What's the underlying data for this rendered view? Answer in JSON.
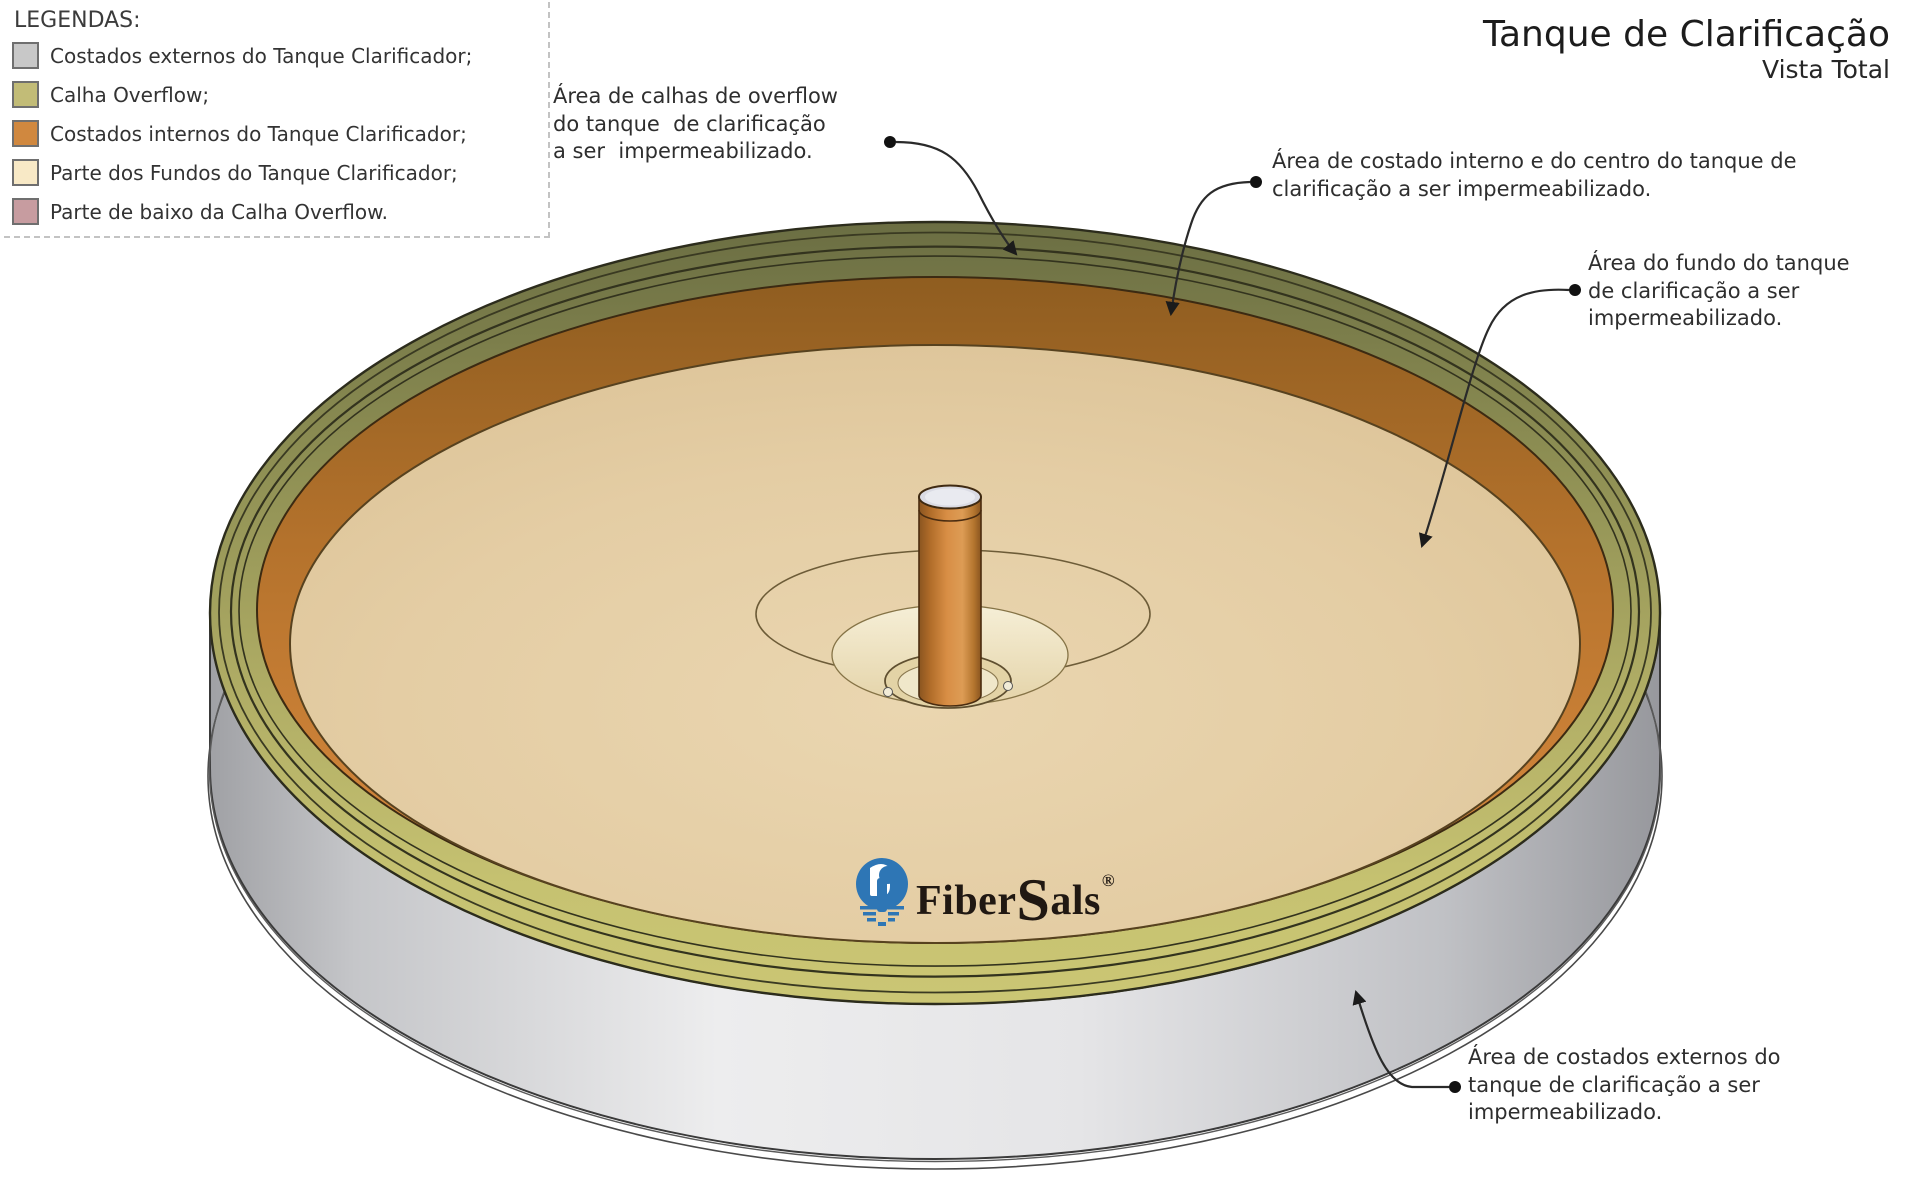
{
  "title": {
    "line1": "Tanque de Clarificação",
    "line2": "Vista Total"
  },
  "legend": {
    "header": "LEGENDAS:",
    "items": [
      {
        "name": "costados-externos",
        "label": "Costados externos do Tanque Clarificador;",
        "color": "#c8c8c8"
      },
      {
        "name": "calha-overflow",
        "label": "Calha Overflow;",
        "color": "#c2bc77"
      },
      {
        "name": "costados-internos",
        "label": "Costados internos do Tanque Clarificador;",
        "color": "#d0883f"
      },
      {
        "name": "parte-fundos",
        "label": "Parte dos Fundos do Tanque Clarificador;",
        "color": "#f8e9c6"
      },
      {
        "name": "baixo-calha",
        "label": "Parte de baixo da Calha Overflow.",
        "color": "#c79ca0"
      }
    ]
  },
  "annotations": [
    {
      "id": "calhas-overflow",
      "text": "Área de calhas de overflow\ndo tanque  de clarificação\na ser  impermeabilizado."
    },
    {
      "id": "costado-interno",
      "text": "Área de costado interno e do centro do tanque de\nclarificação a ser impermeabilizado."
    },
    {
      "id": "fundo",
      "text": "Área do fundo do tanque\nde clarificação a ser\nimpermeabilizado."
    },
    {
      "id": "costados-externos",
      "text": "Área de costados externos do\ntanque de clarificação a ser\nimpermeabilizado."
    }
  ],
  "logo": {
    "part1": "Fiber",
    "part2": "S",
    "part3": "als",
    "registered": "®",
    "icon_color": "#2e76b5"
  },
  "colors": {
    "tank_outer_wall": "#d9d9db",
    "calha_overflow_rim": "#c2bc77",
    "costado_interno_band": "#c97f33",
    "tank_floor": "#e4cda4",
    "center_column": "#d0813a",
    "leader_line": "#2a2a2a"
  }
}
